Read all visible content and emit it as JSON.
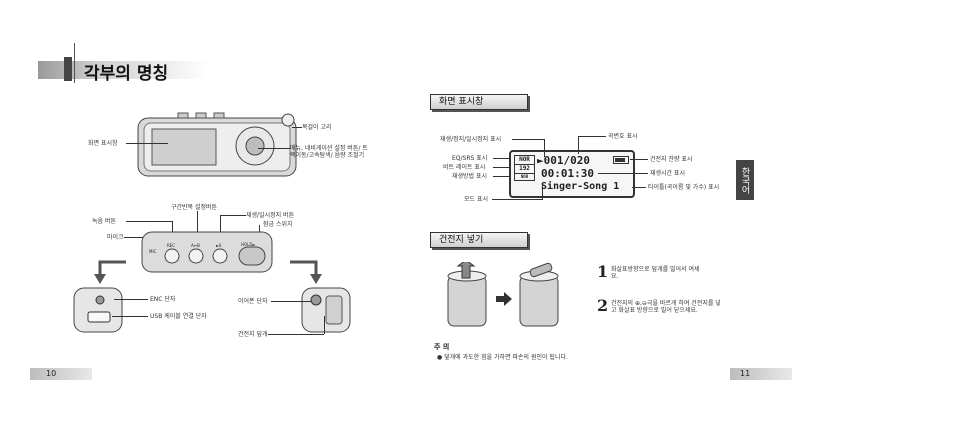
{
  "left_page": {
    "title": "각부의 명칭",
    "page_number": "10",
    "front_labels": {
      "display": "화면 표시창",
      "neck_strap": "목걸이 고리",
      "nav_button": "메뉴, 네비게이션 설정 버튼/ 트랙이동/고속탐색/ 음량 조절기"
    },
    "side_labels": {
      "section_repeat": "구간반복 설정버튼",
      "play_pause": "재생/일시정지 버튼",
      "hold_switch": "잠금 스위치",
      "record_button": "녹음 버튼",
      "mic": "마이크",
      "rec": "REC",
      "ab": "A↔B",
      "play": "►II",
      "hold": "HOLD►",
      "mic_text": "MIC"
    },
    "end_labels": {
      "enc_port": "ENC 단자",
      "usb_port": "USB 케이블 연결 단자",
      "earphone_port": "이어폰 단자",
      "battery_cover": "건전지 덮개"
    }
  },
  "right_page": {
    "page_number": "11",
    "side_tab": "한국어",
    "display_section": {
      "heading": "화면 표시창",
      "labels": {
        "play_state": "재생/정지/일시정지 표시",
        "track_number": "곡번호 표시",
        "eq_srs": "EQ/SRS 표시",
        "bitrate": "비트 레이트 표시",
        "play_mode": "재생방법 표시",
        "battery": "건전지 잔량 표시",
        "play_time": "재생시간 표시",
        "title": "타이틀(곡이름 및 가수) 표시",
        "mode": "모드 표시"
      },
      "lcd": {
        "eq": "NOR",
        "bitrate": "192",
        "mode_icon": "NOR",
        "track": "►001/020",
        "time": "00:01:30",
        "song": "Singer-Song 1"
      }
    },
    "battery_section": {
      "heading": "건전지 넣기",
      "steps": [
        {
          "num": "1",
          "text": "화살표방향으로 덮개를 밀어서 여세요."
        },
        {
          "num": "2",
          "text": "건전지의 ⊕,⊖극을 바르게 하여 건전지를 넣고 화살표 방향으로 밀어 닫으세요."
        }
      ],
      "caution_title": "주 의",
      "caution_text": "● 덮개에 과도한 힘을 가하면 파손의 원인이 됩니다."
    }
  }
}
